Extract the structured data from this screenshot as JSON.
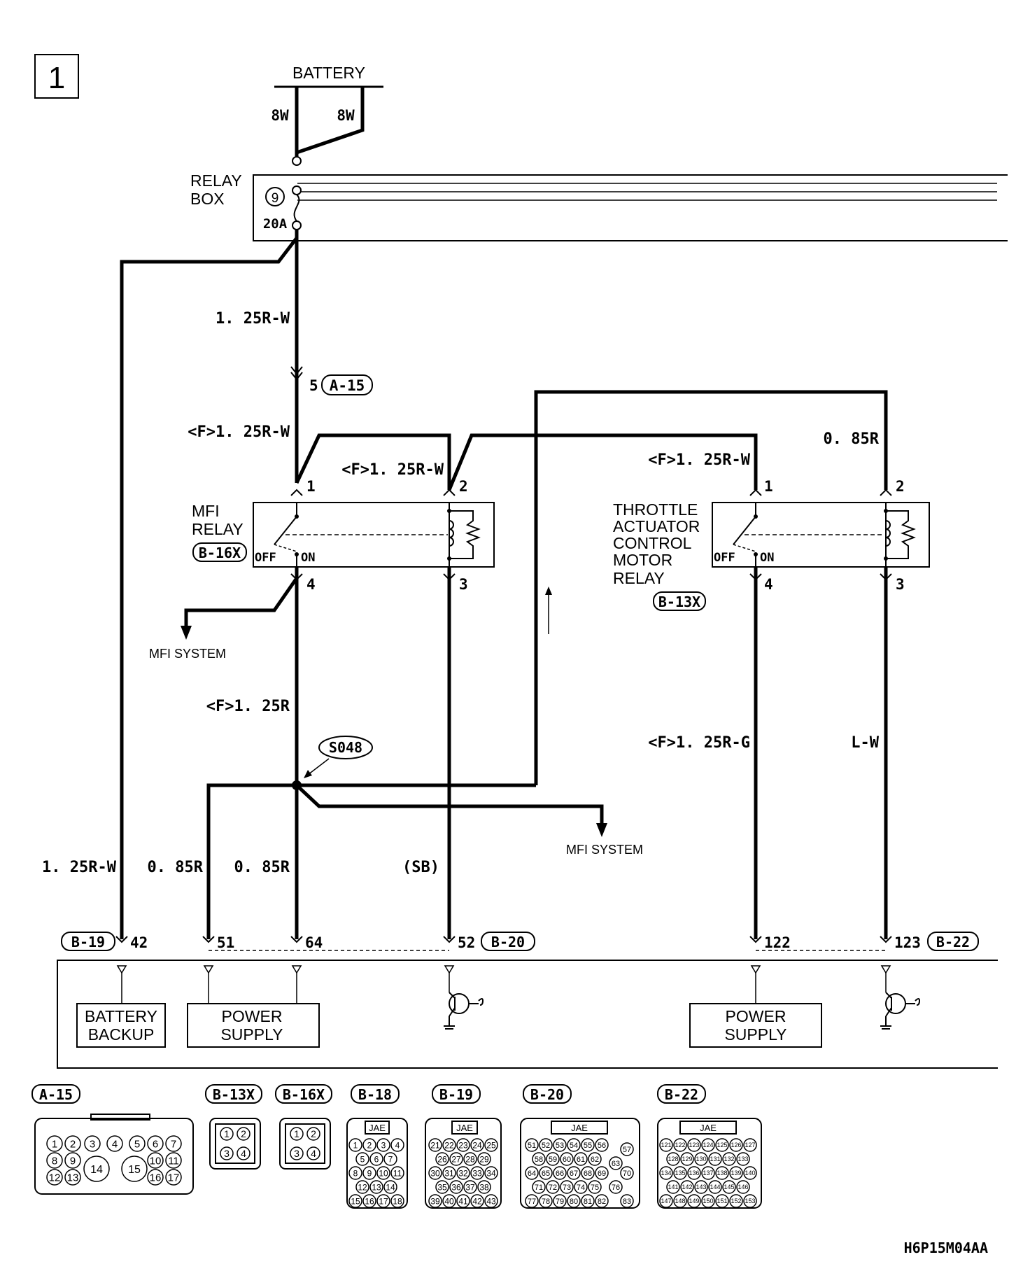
{
  "page_number": "1",
  "footer_code": "H6P15M04AA",
  "battery": {
    "label": "BATTERY",
    "wire_left": "8W",
    "wire_right": "8W"
  },
  "relay_box": {
    "label_line1": "RELAY",
    "label_line2": "BOX",
    "fuse_number": "9",
    "fuse_rating": "20A"
  },
  "wires": {
    "w_relay_down": "1. 25R-W",
    "w_mfi_pin1": "<F>1. 25R-W",
    "w_mfi_pin2": "<F>1. 25R-W",
    "w_tac_pin1": "<F>1. 25R-W",
    "w_tac_pin2": "0. 85R",
    "w_mfi_out": "<F>1. 25R",
    "w_tac_pin4": "<F>1. 25R-G",
    "w_tac_pin3": "L-W",
    "w_b19_42": "1. 25R-W",
    "w_b19_51": "0. 85R",
    "w_b19_64": "0. 85R",
    "w_b20_52": "(SB)"
  },
  "connector_a15_ref": {
    "pin": "5",
    "id": "A-15"
  },
  "mfi_relay": {
    "line1": "MFI",
    "line2": "RELAY",
    "connector": "B-16X",
    "off": "OFF",
    "on": "ON",
    "pin1": "1",
    "pin2": "2",
    "pin3": "3",
    "pin4": "4"
  },
  "tac_relay": {
    "line1": "THROTTLE",
    "line2": "ACTUATOR",
    "line3": "CONTROL",
    "line4": "MOTOR",
    "line5": "RELAY",
    "connector": "B-13X",
    "off": "OFF",
    "on": "ON",
    "pin1": "1",
    "pin2": "2",
    "pin3": "3",
    "pin4": "4"
  },
  "splice": "S048",
  "mfi_system_1": "MFI SYSTEM",
  "mfi_system_2": "MFI SYSTEM",
  "ecu": {
    "b19": "B-19",
    "b20": "B-20",
    "b22": "B-22",
    "pin42": "42",
    "pin51": "51",
    "pin64": "64",
    "pin52": "52",
    "pin122": "122",
    "pin123": "123",
    "battery_backup_1": "BATTERY",
    "battery_backup_2": "BACKUP",
    "power_supply_1a": "POWER",
    "power_supply_1b": "SUPPLY",
    "power_supply_2a": "POWER",
    "power_supply_2b": "SUPPLY"
  },
  "connectors": {
    "labels": [
      "A-15",
      "B-13X",
      "B-16X",
      "B-18",
      "B-19",
      "B-20",
      "B-22"
    ],
    "jae": "JAE",
    "a15_pins": [
      "1",
      "2",
      "3",
      "4",
      "5",
      "6",
      "7",
      "8",
      "9",
      "14",
      "15",
      "10",
      "11",
      "12",
      "13",
      "16",
      "17"
    ],
    "relay_pins": [
      "1",
      "2",
      "3",
      "4"
    ],
    "b18_pins": [
      "1",
      "2",
      "3",
      "4",
      "5",
      "6",
      "7",
      "8",
      "9",
      "10",
      "11",
      "12",
      "13",
      "14",
      "15",
      "16",
      "17",
      "18"
    ],
    "b19_pins": [
      "21",
      "22",
      "23",
      "24",
      "25",
      "26",
      "27",
      "28",
      "29",
      "30",
      "31",
      "32",
      "33",
      "34",
      "35",
      "36",
      "37",
      "38",
      "39",
      "40",
      "41",
      "42",
      "43"
    ],
    "b20_pins": [
      "51",
      "52",
      "53",
      "54",
      "55",
      "56",
      "57",
      "58",
      "59",
      "60",
      "61",
      "62",
      "63",
      "64",
      "65",
      "66",
      "67",
      "68",
      "69",
      "70",
      "71",
      "72",
      "73",
      "74",
      "75",
      "76",
      "77",
      "78",
      "79",
      "80",
      "81",
      "82",
      "83"
    ],
    "b22_pins": [
      "121",
      "122",
      "123",
      "124",
      "125",
      "126",
      "127",
      "128",
      "129",
      "130",
      "131",
      "132",
      "133",
      "134",
      "135",
      "136",
      "137",
      "138",
      "139",
      "140",
      "141",
      "142",
      "143",
      "144",
      "145",
      "146",
      "147",
      "148",
      "149",
      "150",
      "151",
      "152",
      "153"
    ]
  }
}
